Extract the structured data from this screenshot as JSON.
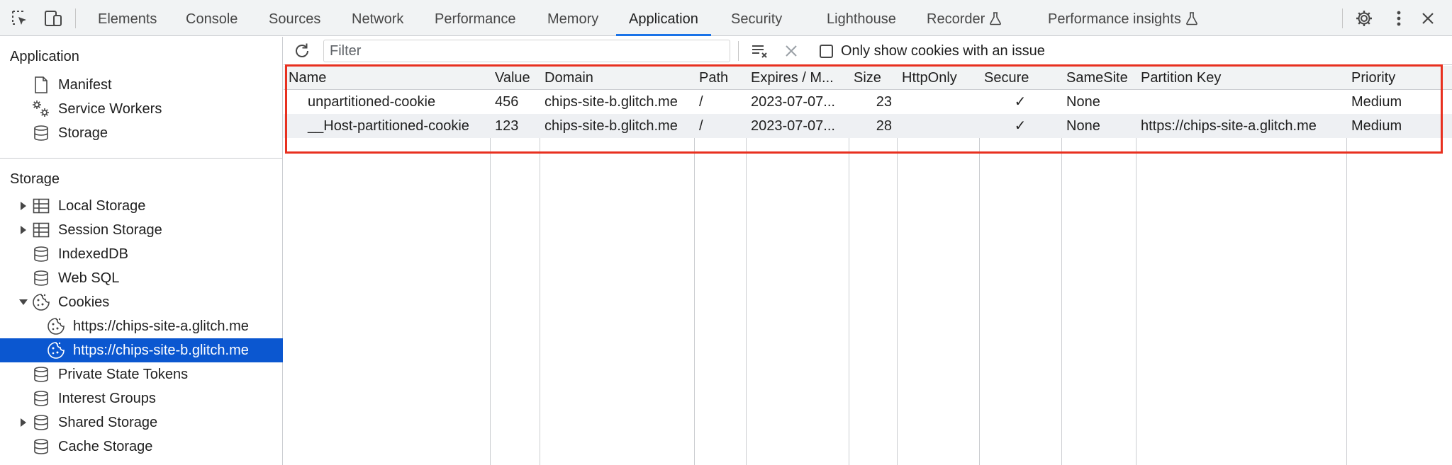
{
  "toolbar_tabs": [
    "Elements",
    "Console",
    "Sources",
    "Network",
    "Performance",
    "Memory",
    "Application",
    "Security",
    "Lighthouse",
    "Recorder",
    "Performance insights"
  ],
  "active_tab": "Application",
  "icons": {
    "inspect": "inspect-element-icon",
    "device": "device-toolbar-icon",
    "settings": "gear-icon",
    "more": "kebab-menu-icon",
    "close": "close-icon"
  },
  "sidebar": {
    "application_title": "Application",
    "application_items": [
      {
        "label": "Manifest",
        "icon": "document-icon"
      },
      {
        "label": "Service Workers",
        "icon": "gears-icon"
      },
      {
        "label": "Storage",
        "icon": "database-icon"
      }
    ],
    "storage_title": "Storage",
    "storage_items": [
      {
        "label": "Local Storage",
        "icon": "table-icon",
        "expandable": "collapsed"
      },
      {
        "label": "Session Storage",
        "icon": "table-icon",
        "expandable": "collapsed"
      },
      {
        "label": "IndexedDB",
        "icon": "database-icon"
      },
      {
        "label": "Web SQL",
        "icon": "database-icon"
      },
      {
        "label": "Cookies",
        "icon": "cookie-icon",
        "expandable": "expanded"
      },
      {
        "label": "https://chips-site-a.glitch.me",
        "icon": "cookie-icon",
        "child": true
      },
      {
        "label": "https://chips-site-b.glitch.me",
        "icon": "cookie-icon",
        "child": true,
        "selected": true
      },
      {
        "label": "Private State Tokens",
        "icon": "database-icon"
      },
      {
        "label": "Interest Groups",
        "icon": "database-icon"
      },
      {
        "label": "Shared Storage",
        "icon": "database-icon",
        "expandable": "collapsed"
      },
      {
        "label": "Cache Storage",
        "icon": "database-icon"
      }
    ]
  },
  "cookies_toolbar": {
    "filter_placeholder": "Filter",
    "only_issues_label": "Only show cookies with an issue",
    "only_issues_checked": false
  },
  "cookie_table": {
    "columns": [
      "Name",
      "Value",
      "Domain",
      "Path",
      "Expires / M...",
      "Size",
      "HttpOnly",
      "Secure",
      "SameSite",
      "Partition Key",
      "Priority"
    ],
    "rows": [
      [
        "unpartitioned-cookie",
        "456",
        "chips-site-b.glitch.me",
        "/",
        "2023-07-07...",
        "23",
        "",
        "✓",
        "None",
        "",
        "Medium"
      ],
      [
        "__Host-partitioned-cookie",
        "123",
        "chips-site-b.glitch.me",
        "/",
        "2023-07-07...",
        "28",
        "",
        "✓",
        "None",
        "https://chips-site-a.glitch.me",
        "Medium"
      ]
    ]
  },
  "colors": {
    "accent": "#1a73e8",
    "selection": "#0b57d0",
    "highlight_box": "#e8301f"
  }
}
